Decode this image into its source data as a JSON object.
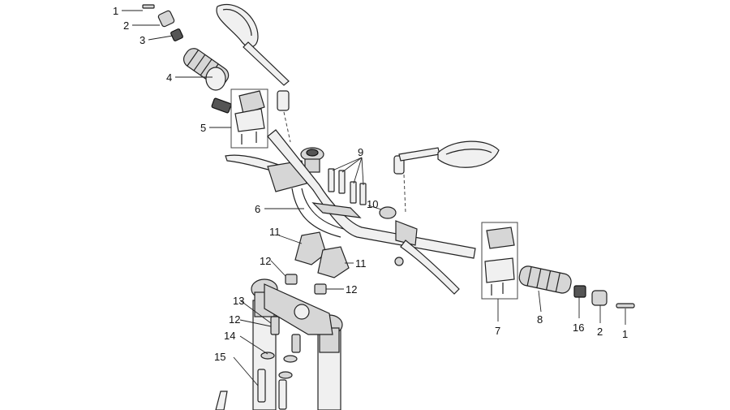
{
  "callouts": [
    "1",
    "2",
    "3",
    "4",
    "5",
    "9",
    "6",
    "10",
    "11",
    "11",
    "12",
    "12",
    "13",
    "12",
    "14",
    "15",
    "7",
    "8",
    "16",
    "2",
    "1"
  ]
}
